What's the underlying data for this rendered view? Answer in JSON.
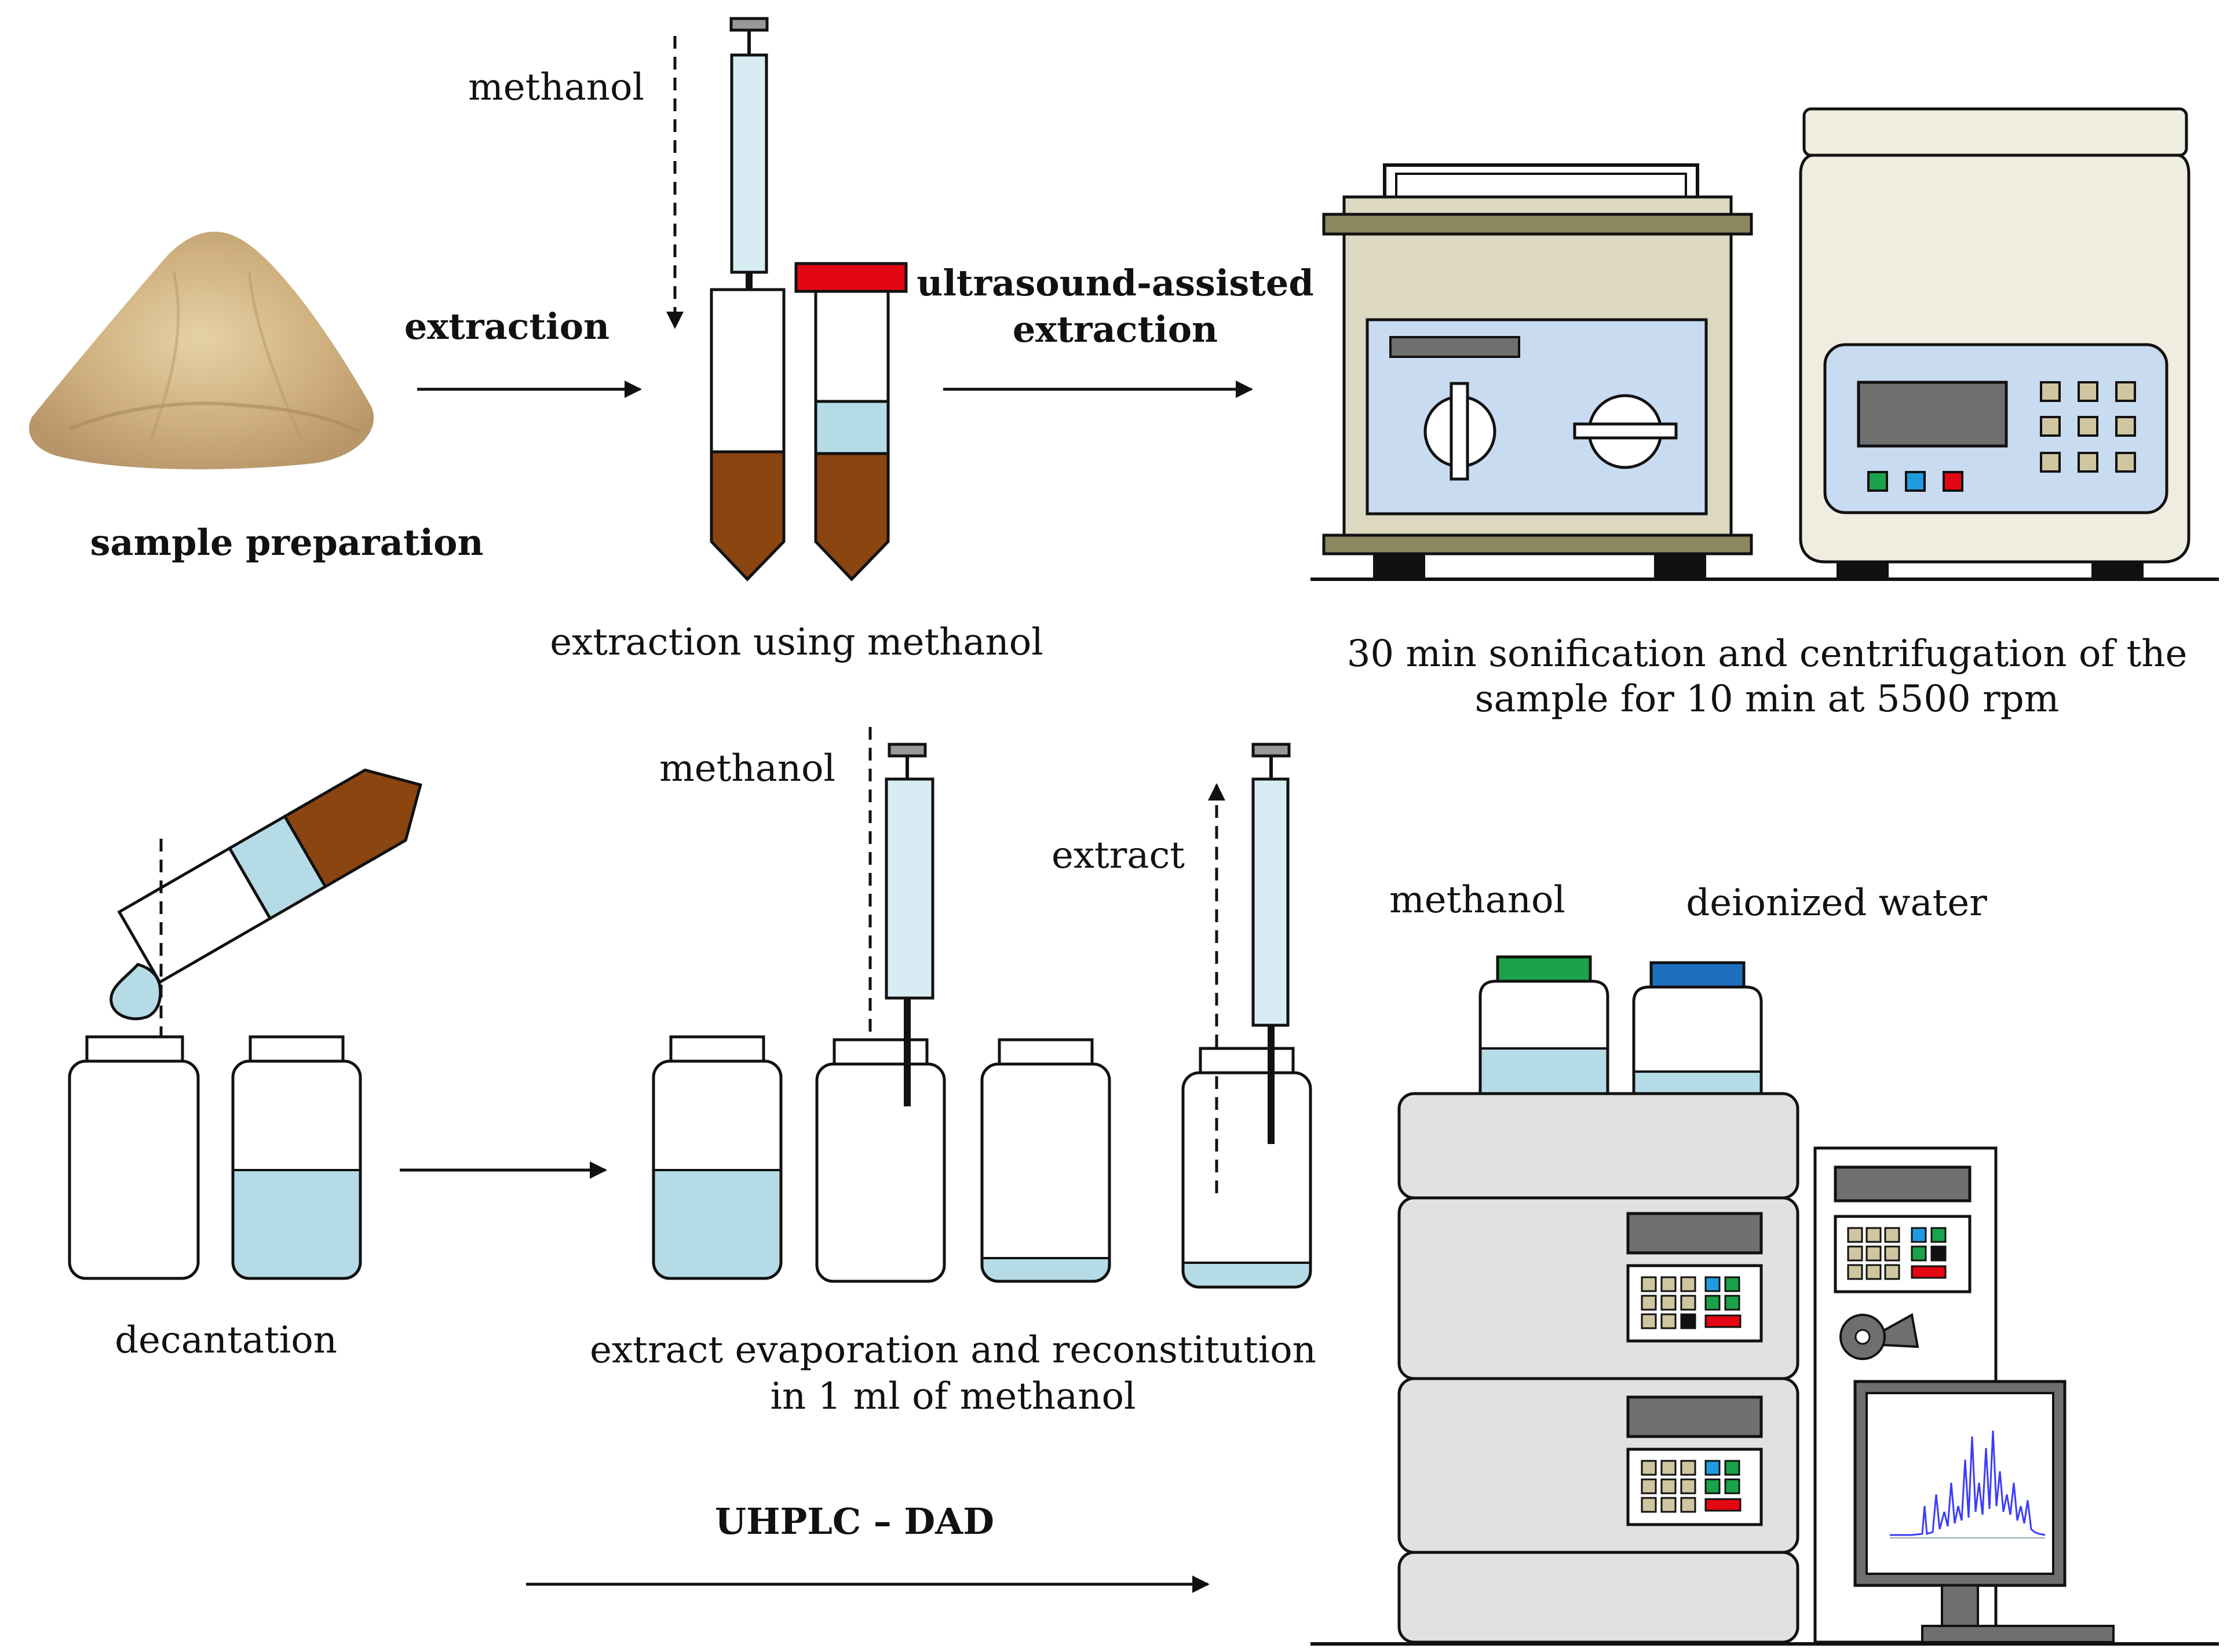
{
  "labels": {
    "sample_preparation": "sample preparation",
    "extraction_arrow": "extraction",
    "methanol_top": "methanol",
    "extraction_using_methanol": "extraction using methanol",
    "ultrasound_line1": "ultrasound-assisted",
    "ultrasound_line2": "extraction",
    "sonification_line1": "30 min sonification and centrifugation of the",
    "sonification_line2": "sample for 10 min at 5500 rpm",
    "decantation": "decantation",
    "methanol_mid": "methanol",
    "extract": "extract",
    "evaporation_line1": "extract evaporation and reconstitution",
    "evaporation_line2": "in 1 ml of methanol",
    "methanol_bottle": "methanol",
    "deionized_water": "deionized water",
    "uhplc": "UHPLC – DAD"
  },
  "colors": {
    "soil": "#8b4511",
    "liquid": "#b5dce6",
    "syringe": "#d8ecf3",
    "cap_red": "#e30613",
    "bath_body": "#ddd8c0",
    "bath_panel": "#c9dbf1",
    "bath_rim": "#8e8862",
    "centrifuge_body": "#efece0",
    "cap_green": "#1aa34a",
    "cap_blue": "#1f6fbf",
    "hplc_grey": "#e1e1e1",
    "display_grey": "#6f6f6f",
    "key_tan": "#cfc5a0",
    "chromatogram": "#3b3bff"
  }
}
